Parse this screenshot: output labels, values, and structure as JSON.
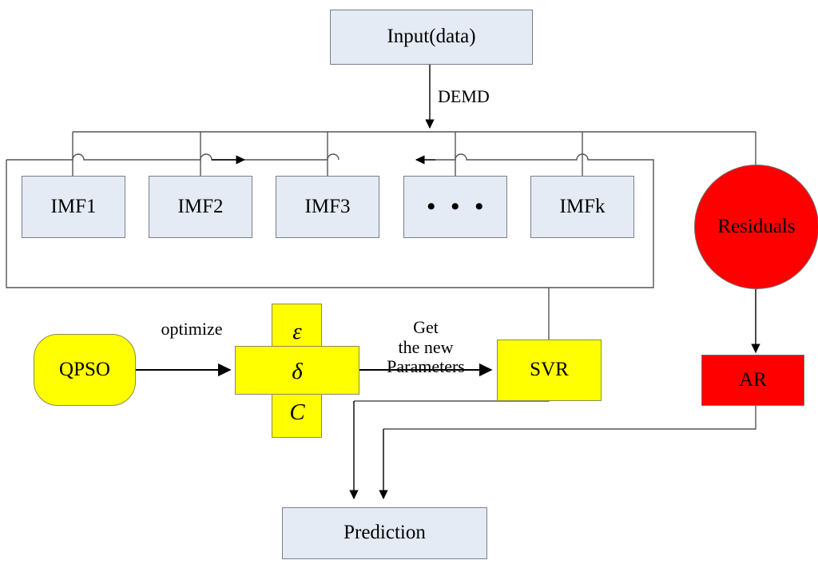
{
  "diagram": {
    "title": "DEMD-QPSO-SVR hybrid prediction flowchart",
    "colors": {
      "box_fill": "#e4ebf5",
      "box_border": "#7b7f87",
      "red_fill": "#fe0000",
      "yellow_fill": "#ffff00",
      "line": "#555555",
      "arrow": "#000000",
      "background": "#ffffff"
    }
  },
  "nodes": {
    "input": {
      "label": "Input(data)"
    },
    "imf1": {
      "label": "IMF1"
    },
    "imf2": {
      "label": "IMF2"
    },
    "imf3": {
      "label": "IMF3"
    },
    "imf_ellipsis": {
      "label": "• • •"
    },
    "imfk": {
      "label": "IMFk"
    },
    "residuals": {
      "label": "Residuals"
    },
    "ar": {
      "label": "AR"
    },
    "qpso": {
      "label": "QPSO"
    },
    "svr": {
      "label": "SVR"
    },
    "prediction": {
      "label": "Prediction"
    },
    "params": {
      "epsilon": "ε",
      "delta": "δ",
      "c": "C"
    }
  },
  "edge_labels": {
    "demd": "DEMD",
    "optimize": "optimize",
    "get_new_parameters": "Get\nthe new\nParameters"
  }
}
